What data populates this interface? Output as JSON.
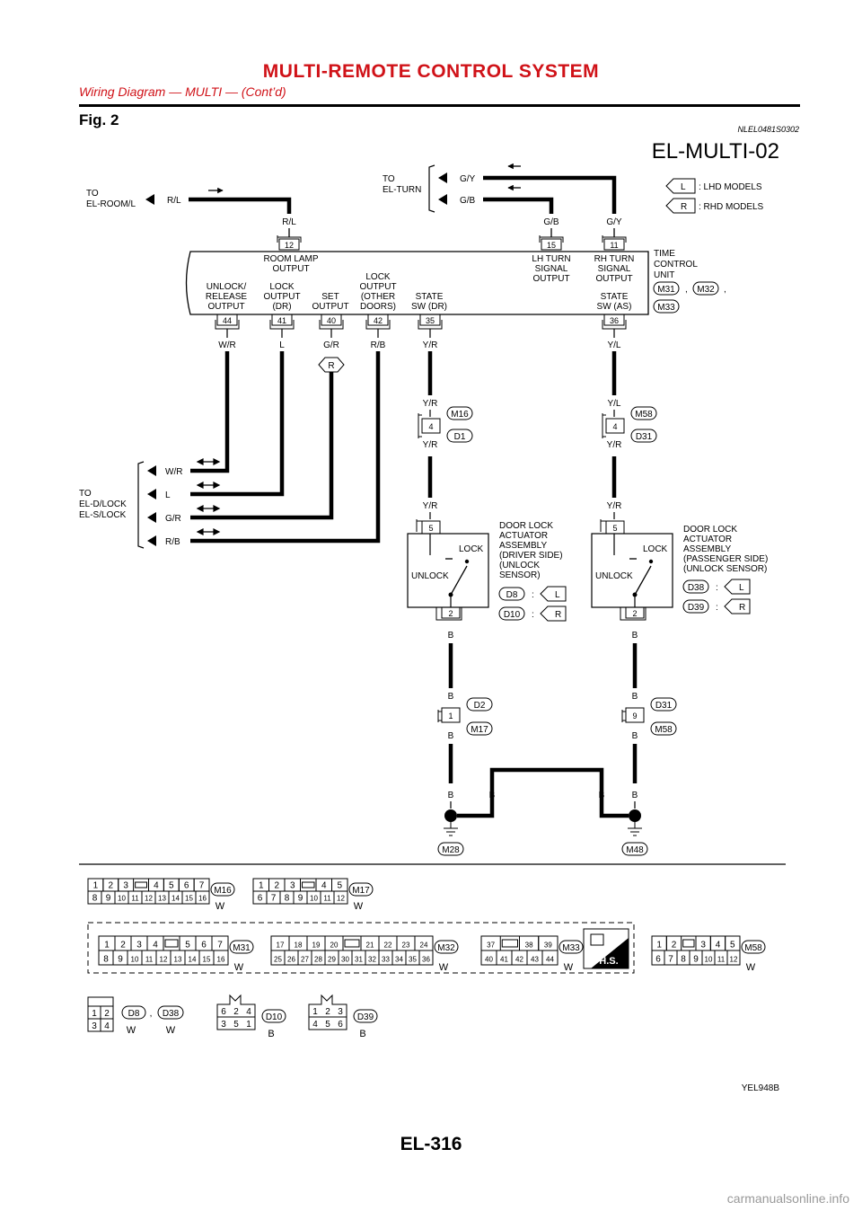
{
  "header": {
    "title": "MULTI-REMOTE CONTROL SYSTEM",
    "subtitle": "Wiring Diagram — MULTI — (Cont’d)"
  },
  "figure": {
    "label": "Fig. 2",
    "ref": "NLEL0481S0302",
    "diagram_id": "EL-MULTI-02",
    "image_code": "YEL948B"
  },
  "legend": {
    "l_tag": "L",
    "l_text": ": LHD MODELS",
    "r_tag": "R",
    "r_text": ": RHD MODELS"
  },
  "destinations": {
    "room_to": "TO",
    "room_name": "EL-ROOM/L",
    "room_wire": "R/L",
    "turn_to": "TO",
    "turn_name": "EL-TURN",
    "turn_wire1": "G/Y",
    "turn_wire2": "G/B",
    "lock_to": "TO",
    "lock_name1": "EL-D/LOCK",
    "lock_name2": "EL-S/LOCK",
    "lock_wire1": "W/R",
    "lock_wire2": "L",
    "lock_wire3": "G/R",
    "lock_wire4": "R/B"
  },
  "unit": {
    "name1": "TIME",
    "name2": "CONTROL",
    "name3": "UNIT",
    "conn1": "M31",
    "conn2": "M32",
    "conn3": "M33",
    "sep1": ",",
    "sep2": ",",
    "top_pins": [
      {
        "pin": "12",
        "wire": "R/L",
        "l1": "ROOM LAMP",
        "l2": "OUTPUT"
      },
      {
        "pin": "15",
        "wire": "G/B",
        "l1": "LH TURN",
        "l2": "SIGNAL",
        "l3": "OUTPUT"
      },
      {
        "pin": "11",
        "wire": "G/Y",
        "l1": "RH TURN",
        "l2": "SIGNAL",
        "l3": "OUTPUT"
      }
    ],
    "bottom_pins": [
      {
        "pin": "44",
        "wire": "W/R",
        "l1": "UNLOCK/",
        "l2": "RELEASE",
        "l3": "OUTPUT"
      },
      {
        "pin": "41",
        "wire": "L",
        "l1": "LOCK",
        "l2": "OUTPUT",
        "l3": "(DR)"
      },
      {
        "pin": "40",
        "wire": "G/R",
        "l1": "SET",
        "l2": "OUTPUT"
      },
      {
        "pin": "42",
        "wire": "R/B",
        "l1": "LOCK",
        "l2": "OUTPUT",
        "l3": "(OTHER",
        "l4": "DOORS)"
      },
      {
        "pin": "35",
        "wire": "Y/R",
        "l1": "STATE",
        "l2": "SW (DR)"
      },
      {
        "pin": "36",
        "wire": "Y/L",
        "l1": "STATE",
        "l2": "SW (AS)"
      }
    ],
    "g_r_tag": "R"
  },
  "left_path": {
    "w_upper": "Y/R",
    "pin": "4",
    "w_lower": "Y/R",
    "c1": "M16",
    "c2": "D1",
    "w_act": "Y/R",
    "act_pin_top": "5",
    "act_pin_bot": "2",
    "lock": "LOCK",
    "unlock": "UNLOCK",
    "title": [
      "DOOR LOCK",
      "ACTUATOR",
      "ASSEMBLY",
      "(DRIVER SIDE)",
      "(UNLOCK",
      "SENSOR)"
    ],
    "opt1_conn": "D8",
    "opt1_tag": "L",
    "opt2_conn": "D10",
    "opt2_tag": "R",
    "colon": ":",
    "w_b1": "B",
    "w_b2": "B",
    "gpin": "1",
    "gc1": "D2",
    "gc2": "M17",
    "w_b3": "B",
    "w_b4": "B",
    "ground": "M28"
  },
  "right_path": {
    "w_upper": "Y/L",
    "pin": "4",
    "w_lower": "Y/R",
    "c1": "M58",
    "c2": "D31",
    "w_act": "Y/R",
    "act_pin_top": "5",
    "act_pin_bot": "2",
    "lock": "LOCK",
    "unlock": "UNLOCK",
    "title": [
      "DOOR LOCK",
      "ACTUATOR",
      "ASSEMBLY",
      "(PASSENGER SIDE)",
      "(UNLOCK SENSOR)"
    ],
    "opt1_conn": "D38",
    "opt1_tag": "L",
    "opt2_conn": "D39",
    "opt2_tag": "R",
    "colon": ":",
    "w_b1": "B",
    "w_b2": "B",
    "gpin": "9",
    "gc1": "D31",
    "gc2": "M58",
    "w_b3": "B",
    "w_b4": "B",
    "ground": "M48"
  },
  "ground_link": {
    "w1": "B",
    "w2": "B"
  },
  "connectors": {
    "M16": {
      "name": "M16",
      "color": "W",
      "row1": [
        "1",
        "2",
        "3",
        "",
        "4",
        "5",
        "6",
        "7"
      ],
      "row2": [
        "8",
        "9",
        "10",
        "11",
        "12",
        "13",
        "14",
        "15",
        "16"
      ]
    },
    "M17": {
      "name": "M17",
      "color": "W",
      "row1": [
        "1",
        "2",
        "3",
        "",
        "4",
        "5"
      ],
      "row2": [
        "6",
        "7",
        "8",
        "9",
        "10",
        "11",
        "12"
      ]
    },
    "M31": {
      "name": "M31",
      "color": "W",
      "row1": [
        "1",
        "2",
        "3",
        "4",
        "",
        "5",
        "6",
        "7"
      ],
      "row2": [
        "8",
        "9",
        "10",
        "11",
        "12",
        "13",
        "14",
        "15",
        "16"
      ]
    },
    "M32": {
      "name": "M32",
      "color": "W",
      "row1": [
        "17",
        "18",
        "19",
        "20",
        "",
        "21",
        "22",
        "23",
        "24"
      ],
      "row2": [
        "25",
        "26",
        "27",
        "28",
        "29",
        "30",
        "31",
        "32",
        "33",
        "34",
        "35",
        "36"
      ]
    },
    "M33": {
      "name": "M33",
      "color": "W",
      "row1": [
        "37",
        "",
        "38",
        "39"
      ],
      "row2": [
        "40",
        "41",
        "42",
        "43",
        "44"
      ]
    },
    "M58": {
      "name": "M58",
      "color": "W",
      "row1": [
        "1",
        "2",
        "",
        "3",
        "4",
        "5"
      ],
      "row2": [
        "6",
        "7",
        "8",
        "9",
        "10",
        "11",
        "12"
      ]
    },
    "D8": {
      "name": "D8",
      "sep": ",",
      "name2": "D38",
      "color": "W",
      "color2": "W",
      "row1": [
        "1",
        "2"
      ],
      "row2": [
        "3",
        "4"
      ]
    },
    "D10": {
      "name": "D10",
      "color": "B",
      "row1": [
        "6",
        "2",
        "4"
      ],
      "row2": [
        "3",
        "5",
        "1"
      ]
    },
    "D39": {
      "name": "D39",
      "color": "B",
      "row1": [
        "1",
        "2",
        "3"
      ],
      "row2": [
        "4",
        "5",
        "6"
      ]
    },
    "hs_label": "H.S."
  },
  "footer": {
    "page": "EL-316",
    "watermark": "carmanualsonline.info"
  }
}
